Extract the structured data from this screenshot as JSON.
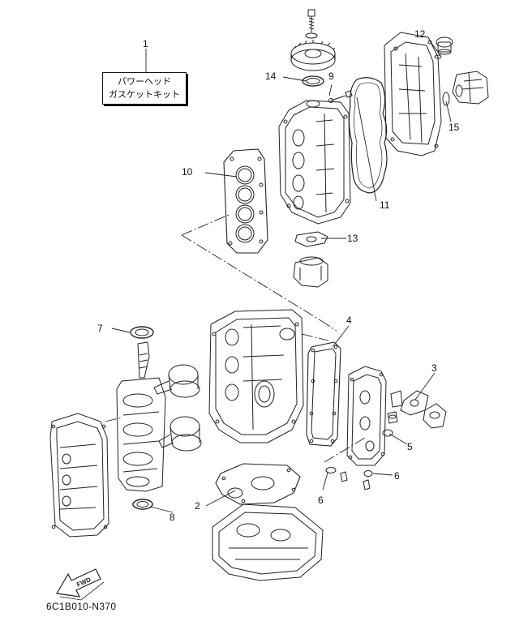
{
  "kit_label": {
    "line1": "パワーヘッド",
    "line2": "ガスケットキット"
  },
  "callouts": {
    "n1": "1",
    "n2": "2",
    "n3": "3",
    "n4": "4",
    "n5": "5",
    "n6a": "6",
    "n6b": "6",
    "n7": "7",
    "n8": "8",
    "n9": "9",
    "n10": "10",
    "n11": "11",
    "n12": "12",
    "n13": "13",
    "n14": "14",
    "n15": "15"
  },
  "fwd_marker": "FWD",
  "diagram_code": "6C1B010-N370"
}
